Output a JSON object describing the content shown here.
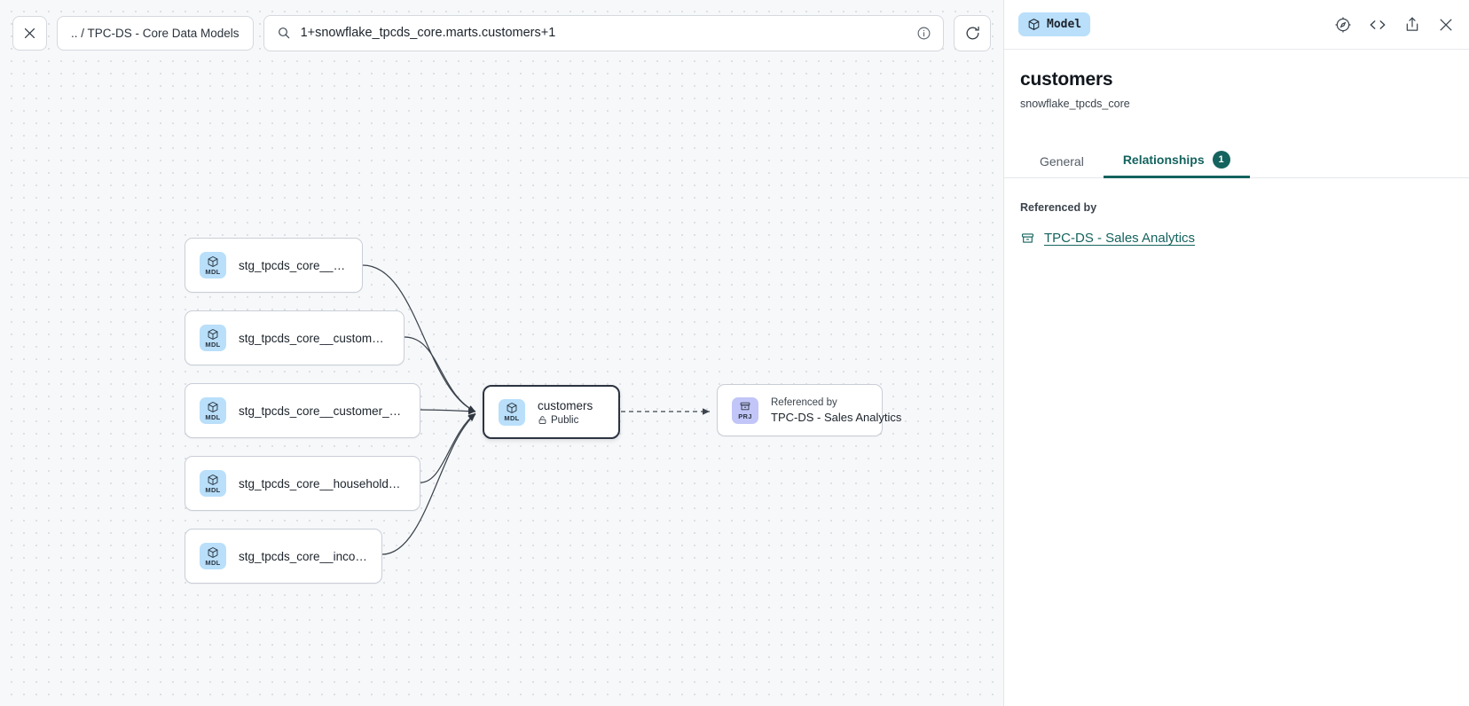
{
  "toolbar": {
    "close_icon": "close-icon",
    "breadcrumb": ".. / TPC-DS - Core Data Models",
    "search_icon": "search-icon",
    "search_value": "1+snowflake_tpcds_core.marts.customers+1",
    "info_icon": "info-circle-icon",
    "refresh_icon": "refresh-icon"
  },
  "graph": {
    "nodes": [
      {
        "id": "stg_customer",
        "type": "MDL",
        "label": "stg_tpcds_core__customer"
      },
      {
        "id": "stg_customer_address",
        "type": "MDL",
        "label": "stg_tpcds_core__customer_address"
      },
      {
        "id": "stg_customer_demographics",
        "type": "MDL",
        "label": "stg_tpcds_core__customer_demogra…"
      },
      {
        "id": "stg_household_demographics",
        "type": "MDL",
        "label": "stg_tpcds_core__household_demogr…"
      },
      {
        "id": "stg_income_band",
        "type": "MDL",
        "label": "stg_tpcds_core__income_band"
      }
    ],
    "center": {
      "type": "MDL",
      "label": "customers",
      "access_icon": "lock-icon",
      "access": "Public"
    },
    "downstream": {
      "type": "PRJ",
      "kicker": "Referenced by",
      "label": "TPC-DS - Sales Analytics"
    }
  },
  "panel": {
    "type_chip": {
      "icon": "cube-icon",
      "label": "Model"
    },
    "actions": [
      {
        "icon": "explore-compass-icon"
      },
      {
        "icon": "code-icon"
      },
      {
        "icon": "share-icon"
      },
      {
        "icon": "close-icon"
      }
    ],
    "title": "customers",
    "subtitle": "snowflake_tpcds_core",
    "tabs": [
      {
        "label": "General",
        "active": false,
        "badge": ""
      },
      {
        "label": "Relationships",
        "active": true,
        "badge": "1"
      }
    ],
    "relationships": {
      "section_label": "Referenced by",
      "items": [
        {
          "icon": "project-icon",
          "label": "TPC-DS - Sales Analytics"
        }
      ]
    }
  },
  "colors": {
    "canvas_bg": "#f7f8fa",
    "mdl_badge": "#b9dffa",
    "prj_badge": "#c1c5f7",
    "accent_teal": "#14635e",
    "edge": "#3c444d"
  }
}
